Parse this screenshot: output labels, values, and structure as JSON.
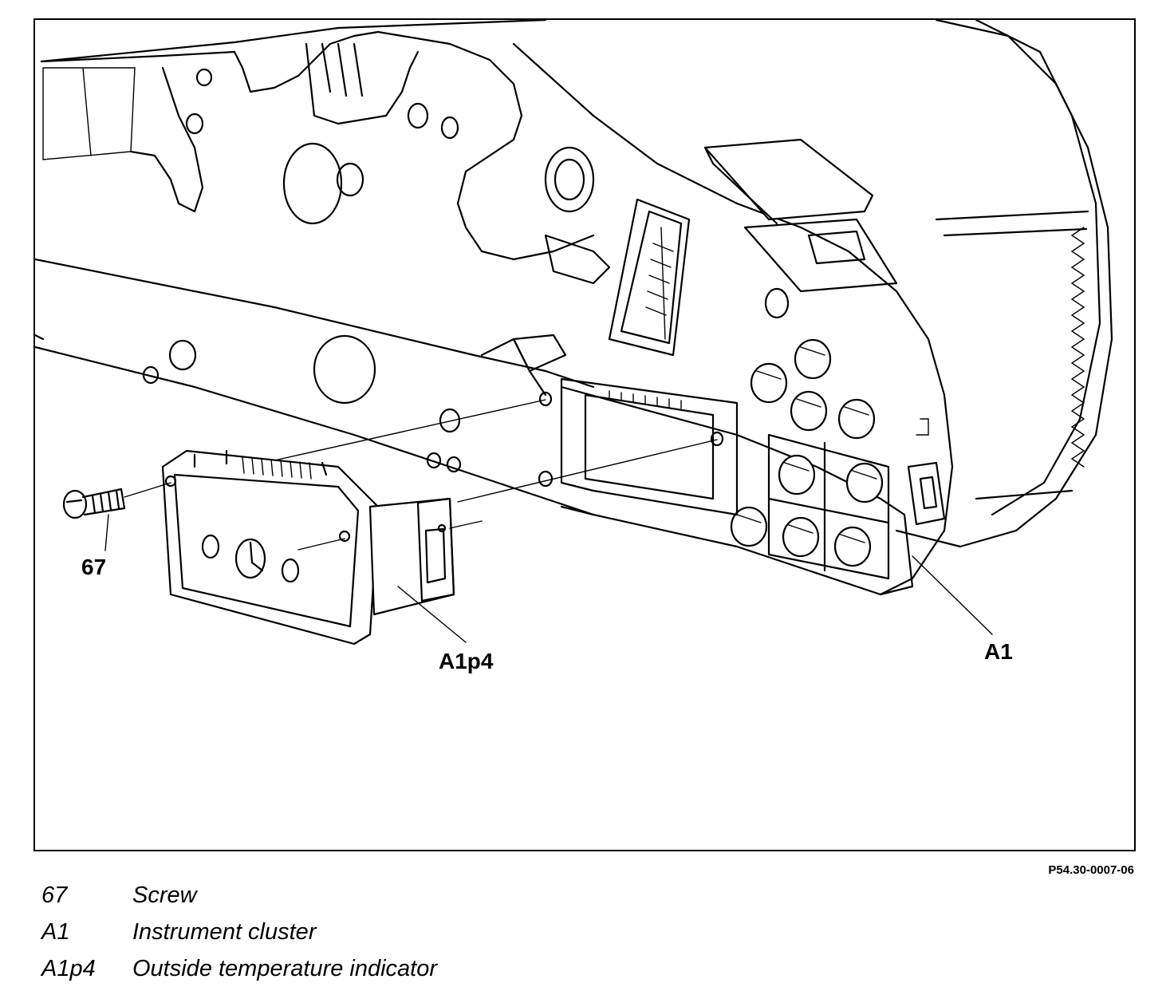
{
  "figure": {
    "code": "P54.30-0007-06",
    "callouts": {
      "screw": "67",
      "indicator": "A1p4",
      "cluster": "A1"
    }
  },
  "legend": [
    {
      "key": "67",
      "description": "Screw"
    },
    {
      "key": "A1",
      "description": "Instrument cluster"
    },
    {
      "key": "A1p4",
      "description": "Outside temperature indicator"
    }
  ]
}
